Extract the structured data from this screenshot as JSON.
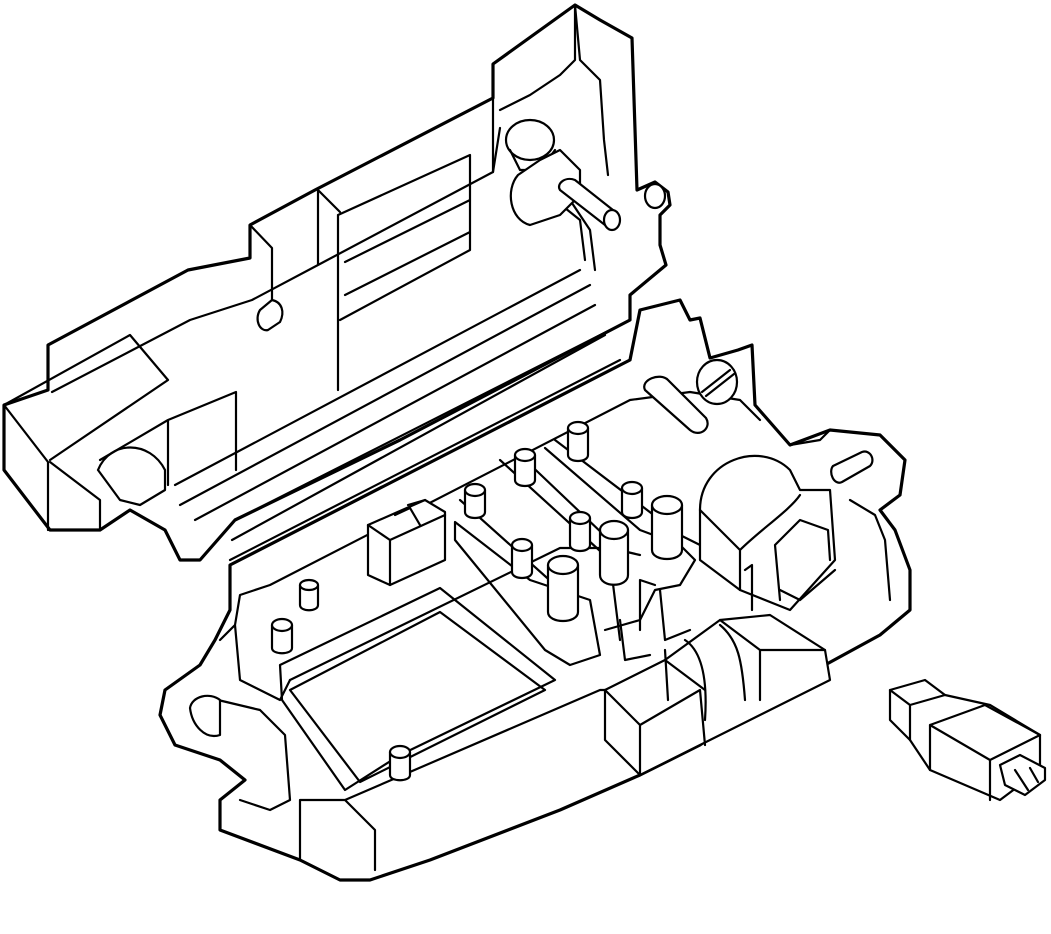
{
  "diagram": {
    "parts": [
      {
        "id": "fuse-box-housing",
        "kind": "fuse and relay box body"
      },
      {
        "id": "fuse-box-cover",
        "kind": "hinged lid"
      },
      {
        "id": "connector",
        "kind": "separate electrical connector"
      }
    ],
    "colors": {
      "line": "#000000",
      "background": "#ffffff"
    }
  }
}
